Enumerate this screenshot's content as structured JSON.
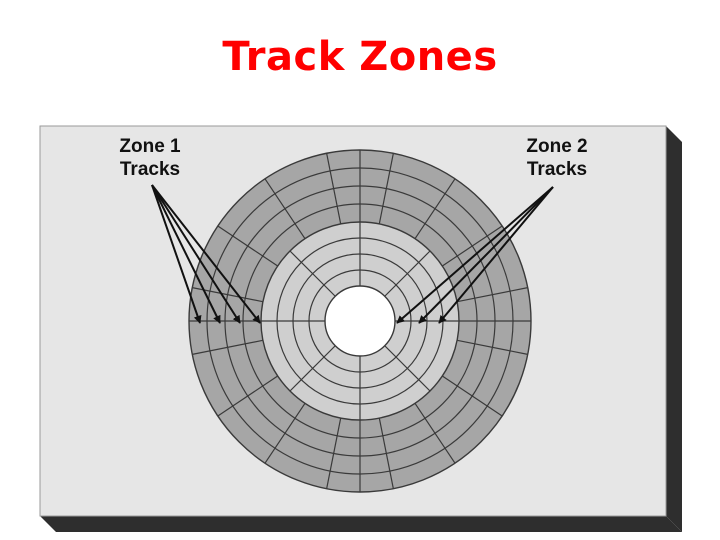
{
  "title": "Track Zones",
  "labels": {
    "zone1_line1": "Zone 1",
    "zone1_line2": "Tracks",
    "zone2_line1": "Zone 2",
    "zone2_line2": "Tracks"
  },
  "colors": {
    "title": "#ff0000",
    "panel": "#e6e6e6",
    "panel_shadow": "#2e2e2e",
    "zone1_fill": "#a6a6a6",
    "zone2_fill": "#cfcfcf",
    "hole_fill": "#ffffff",
    "lines": "#3a3a3a"
  },
  "disk": {
    "zone1_tracks": 4,
    "zone2_tracks": 4,
    "zone1_sectors_per_track": 16,
    "zone2_sectors_per_track": 8
  }
}
